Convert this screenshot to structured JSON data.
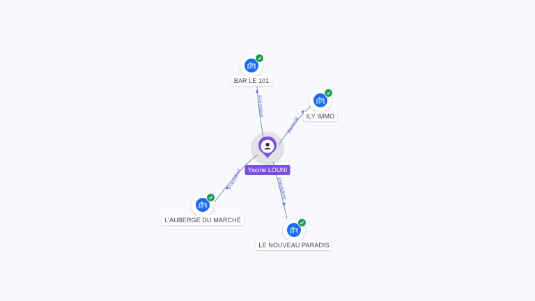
{
  "graph": {
    "person": {
      "name": "Yacine LOUNI",
      "icon": "person-icon",
      "color": "#7b4fe0"
    },
    "companies": [
      {
        "id": "bar",
        "name": "BAR LE 101",
        "icon": "building-icon",
        "verified": true
      },
      {
        "id": "ily",
        "name": "ILY IMMO",
        "icon": "building-icon",
        "verified": true
      },
      {
        "id": "auberge",
        "name": "L'AUBERGE DU MARCHÉ",
        "icon": "building-icon",
        "verified": true
      },
      {
        "id": "paradis",
        "name": "LE NOUVEAU PARADIS",
        "icon": "building-icon",
        "verified": true
      }
    ],
    "edges": [
      {
        "to": "bar",
        "role": "Président"
      },
      {
        "to": "ily",
        "role": "Associé"
      },
      {
        "to": "auberge",
        "role": "Président"
      },
      {
        "to": "paradis",
        "role": "Président"
      }
    ],
    "colors": {
      "company": "#1a6cf0",
      "verified": "#1f9a55",
      "edge_label": "#6c5ce7",
      "background": "#f7f9fc"
    }
  }
}
